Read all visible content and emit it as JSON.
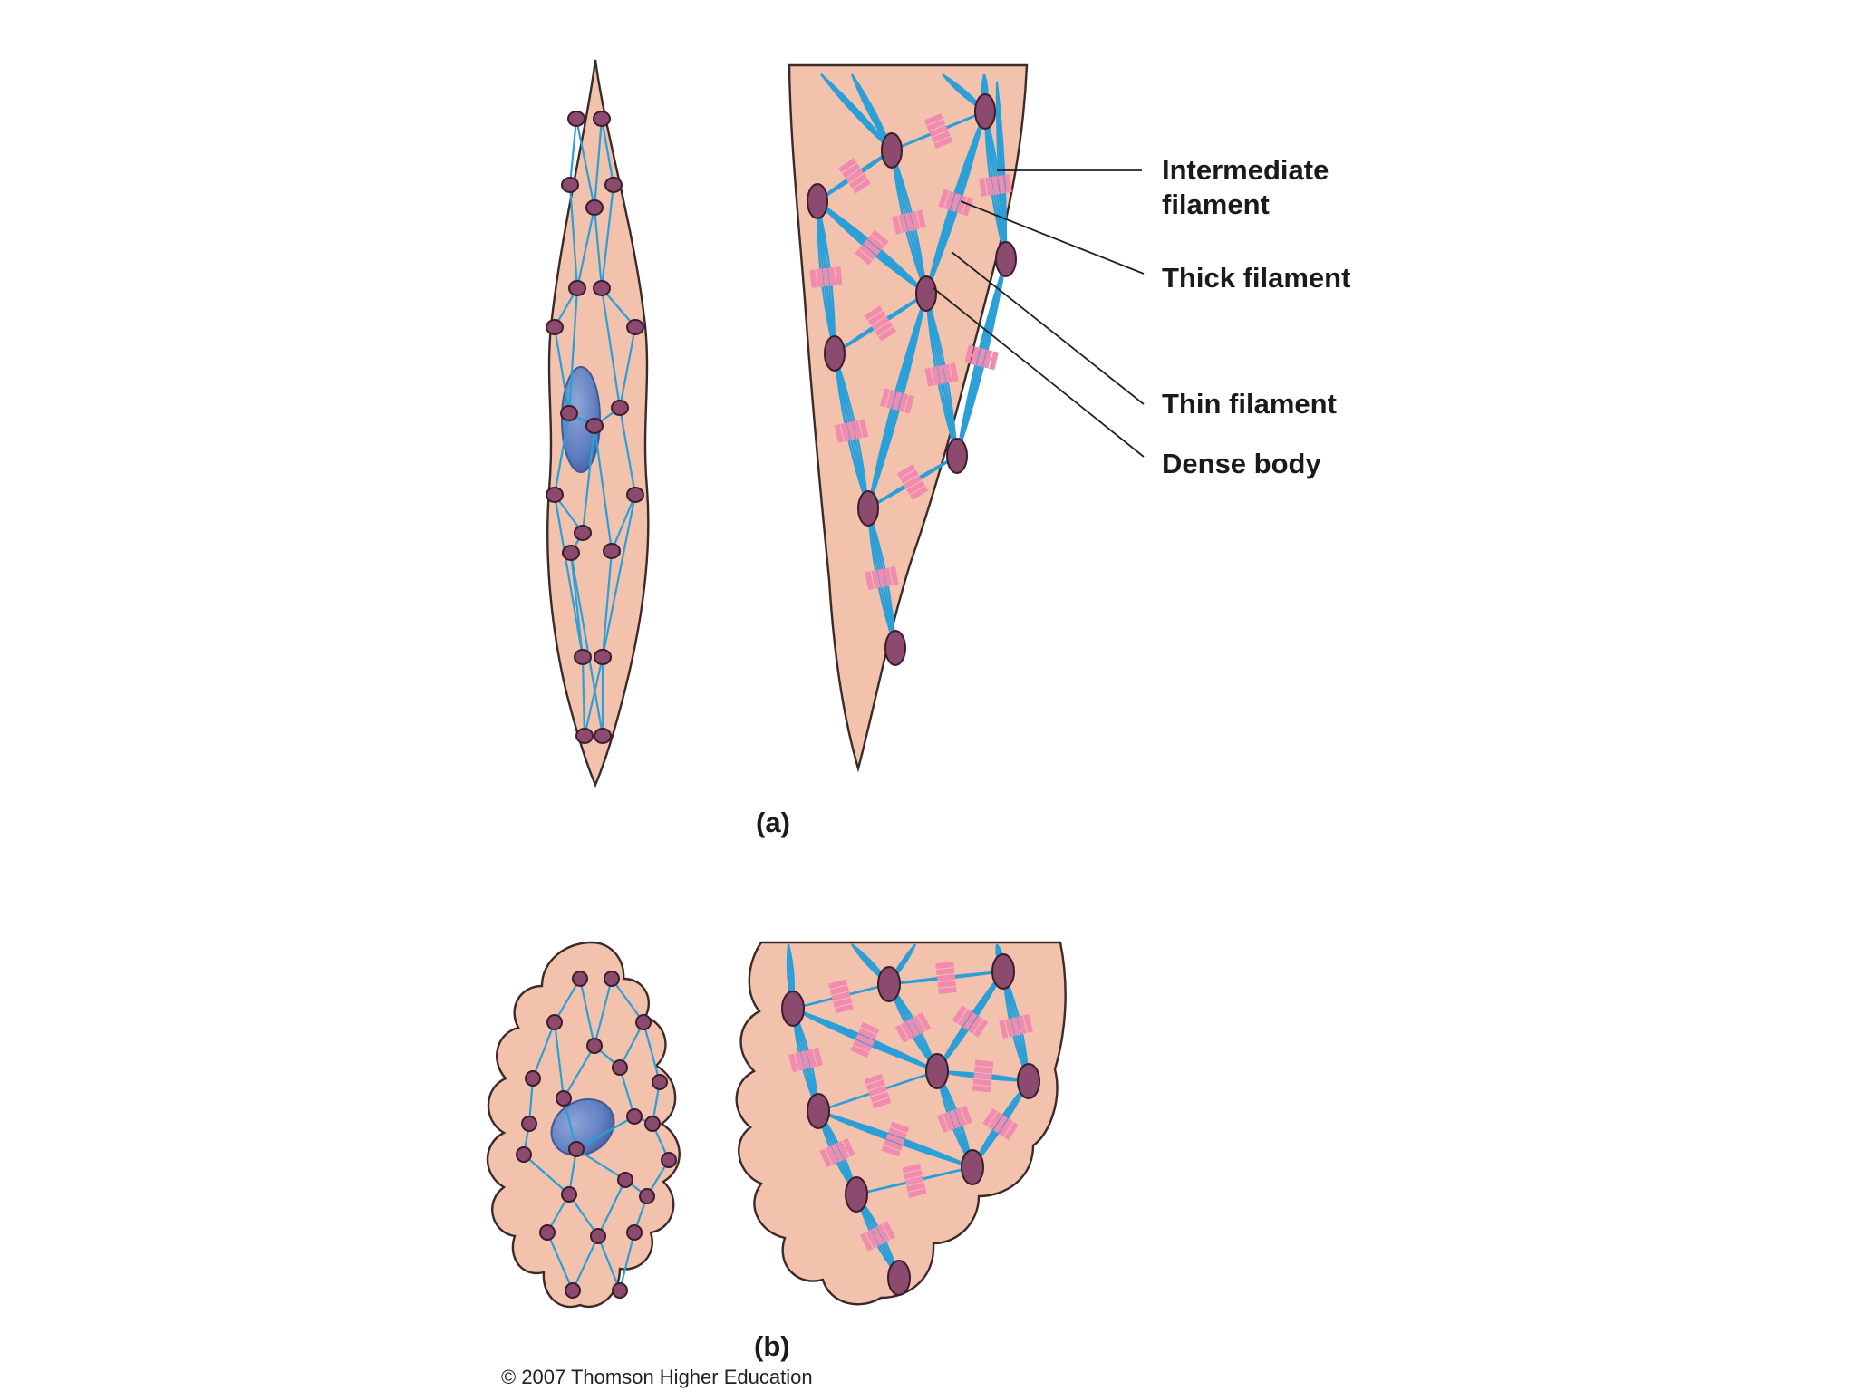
{
  "labels": {
    "intermediate_filament_line1": "Intermediate",
    "intermediate_filament_line2": "filament",
    "thick_filament": "Thick filament",
    "thin_filament": "Thin filament",
    "dense_body": "Dense body",
    "panel_a": "(a)",
    "panel_b": "(b)",
    "copyright": "© 2007 Thomson Higher Education"
  },
  "colors": {
    "cytoplasm": "#f3c2ac",
    "filament": "#2a9fd8",
    "thick_filament": "#f28bb0",
    "dense_body": "#8c4a6e",
    "nucleus": "#5f7fc0"
  }
}
